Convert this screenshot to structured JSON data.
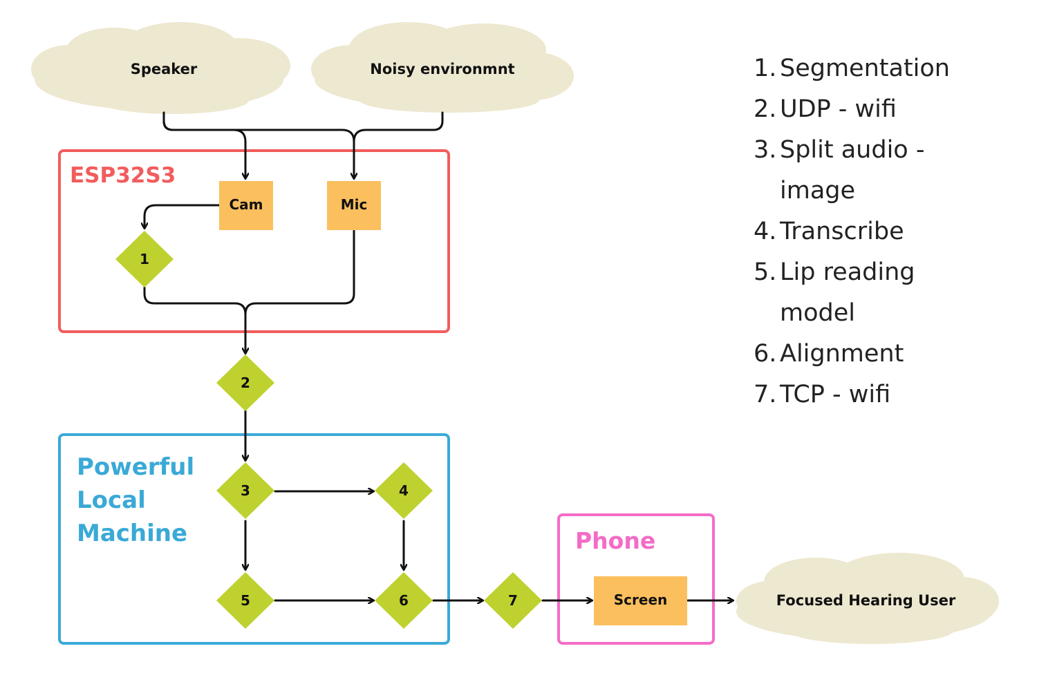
{
  "clouds": {
    "speaker": "Speaker",
    "noisy": "Noisy environmnt",
    "user": "Focused Hearing User"
  },
  "groups": {
    "esp": {
      "label": "ESP32S3",
      "color": "#f25c5c"
    },
    "machine": {
      "label_lines": [
        "Powerful",
        "Local",
        "Machine"
      ],
      "color": "#3aa9d6"
    },
    "phone": {
      "label": "Phone",
      "color": "#f46bc7"
    }
  },
  "components": {
    "cam": "Cam",
    "mic": "Mic",
    "screen": "Screen"
  },
  "steps": [
    "1",
    "2",
    "3",
    "4",
    "5",
    "6",
    "7"
  ],
  "legend": [
    {
      "num": "1.",
      "text": "Segmentation"
    },
    {
      "num": "2.",
      "text": "UDP - wifi"
    },
    {
      "num": "3.",
      "text": "Split audio - image"
    },
    {
      "num": "4.",
      "text": "Transcribe"
    },
    {
      "num": "5.",
      "text": "Lip reading model"
    },
    {
      "num": "6.",
      "text": "Alignment"
    },
    {
      "num": "7.",
      "text": "TCP - wifi"
    }
  ],
  "colors": {
    "cloud": "#ede8d0",
    "component": "#fbbf5e",
    "step": "#bfd12f",
    "arrow": "#111111"
  }
}
